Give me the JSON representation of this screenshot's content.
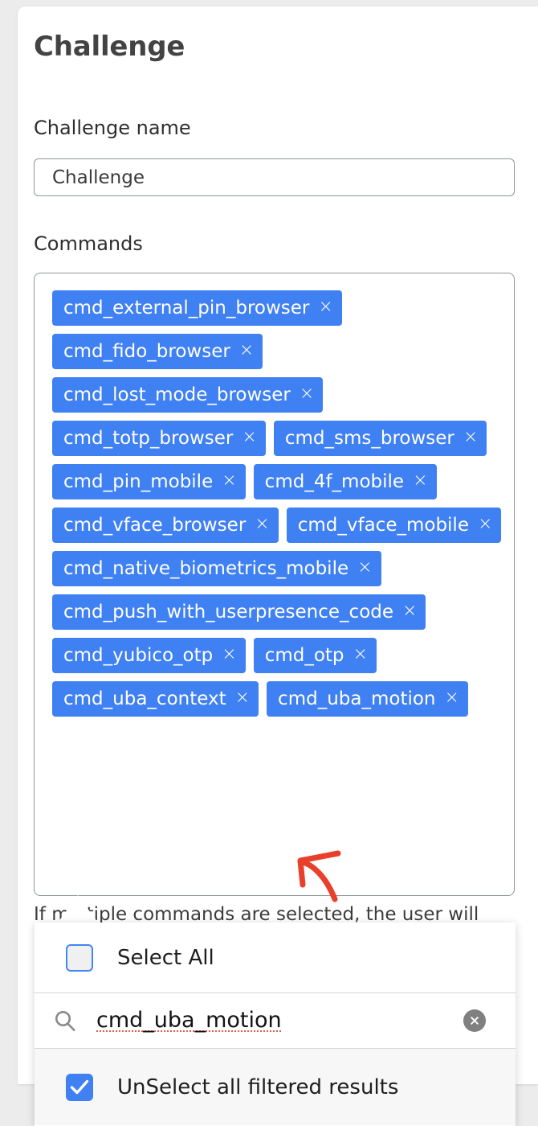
{
  "page": {
    "title": "Challenge"
  },
  "form": {
    "name_field": {
      "label": "Challenge name",
      "value": "Challenge",
      "placeholder": "Challenge"
    },
    "commands_field": {
      "label": "Commands",
      "helper_text": "If multiple commands are selected, the user will",
      "chips": [
        {
          "label": "cmd_external_pin_browser",
          "remove": "×"
        },
        {
          "label": "cmd_fido_browser",
          "remove": "×"
        },
        {
          "label": "cmd_lost_mode_browser",
          "remove": "×"
        },
        {
          "label": "cmd_totp_browser",
          "remove": "×"
        },
        {
          "label": "cmd_sms_browser",
          "remove": "×"
        },
        {
          "label": "cmd_pin_mobile",
          "remove": "×"
        },
        {
          "label": "cmd_4f_mobile",
          "remove": "×"
        },
        {
          "label": "cmd_vface_browser",
          "remove": "×"
        },
        {
          "label": "cmd_vface_mobile",
          "remove": "×"
        },
        {
          "label": "cmd_native_biometrics_mobile",
          "remove": "×"
        },
        {
          "label": "cmd_push_with_userpresence_code",
          "remove": "×"
        },
        {
          "label": "cmd_yubico_otp",
          "remove": "×"
        },
        {
          "label": "cmd_otp",
          "remove": "×"
        },
        {
          "label": "cmd_uba_context",
          "remove": "×"
        },
        {
          "label": "cmd_uba_motion",
          "remove": "×"
        }
      ]
    }
  },
  "dropdown": {
    "select_all": {
      "label": "Select All",
      "checked": false
    },
    "search": {
      "value": "cmd_uba_motion",
      "icon": "search-icon",
      "clear_icon": "×",
      "spellcheck_error": true
    },
    "unselect_all_filtered": {
      "label": "UnSelect all filtered results",
      "checked": true
    }
  },
  "annotation": {
    "type": "arrow",
    "color": "#e8402a",
    "points_to": "cmd_uba_motion"
  },
  "colors": {
    "chip_blue": "#3f80f2",
    "checkbox_blue": "#3f80f2",
    "accent_border": "#4285f4",
    "title_gray": "#434343",
    "field_border": "#8d9698",
    "annotation_red": "#e8402a",
    "panel_alt_bg": "#f7f7f7",
    "page_bg": "#ececec"
  }
}
